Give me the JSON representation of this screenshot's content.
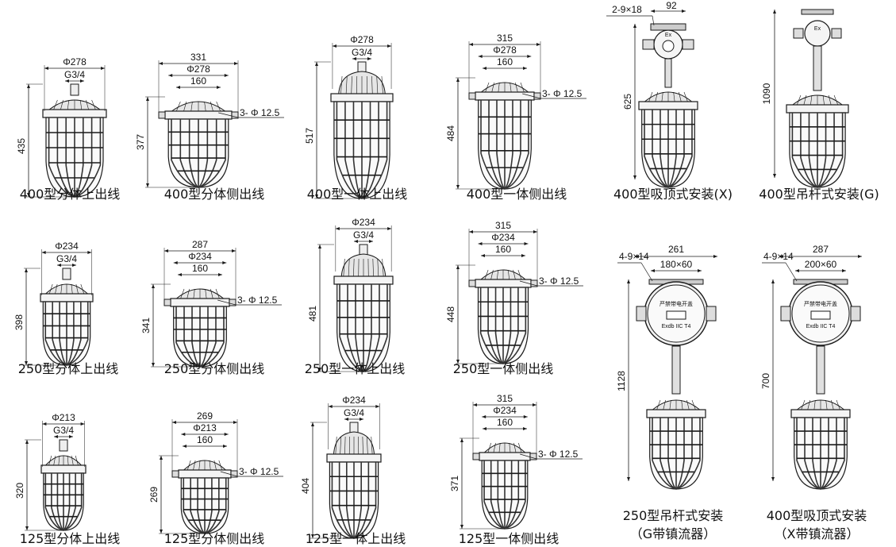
{
  "diagrams": [
    {
      "caption": "400型分体上出线",
      "height": "435",
      "top": [
        "Φ278",
        "G3/4"
      ],
      "side": ""
    },
    {
      "caption": "400型分体侧出线",
      "height": "377",
      "top": [
        "331",
        "Φ278",
        "160"
      ],
      "side": "3- Φ 12.5"
    },
    {
      "caption": "400型一体上出线",
      "height": "517",
      "top": [
        "Φ278",
        "G3/4"
      ],
      "side": ""
    },
    {
      "caption": "400型一体侧出线",
      "height": "484",
      "top": [
        "315",
        "Φ278",
        "160"
      ],
      "side": "3- Φ 12.5"
    },
    {
      "caption": "400型吸顶式安装(X)",
      "height": "625",
      "top": [
        "92",
        "2-9×18"
      ],
      "side": ""
    },
    {
      "caption": "400型吊杆式安装(G)",
      "height": "1090",
      "top": [],
      "side": ""
    },
    {
      "caption": "250型分体上出线",
      "height": "398",
      "top": [
        "Φ234",
        "G3/4"
      ],
      "side": ""
    },
    {
      "caption": "250型分体侧出线",
      "height": "341",
      "top": [
        "287",
        "Φ234",
        "160"
      ],
      "side": "3- Φ 12.5"
    },
    {
      "caption": "250型一体上出线",
      "height": "481",
      "top": [
        "Φ234",
        "G3/4"
      ],
      "side": ""
    },
    {
      "caption": "250型一体侧出线",
      "height": "448",
      "top": [
        "315",
        "Φ234",
        "160"
      ],
      "side": "3- Φ 12.5"
    },
    {
      "caption": "125型分体上出线",
      "height": "320",
      "top": [
        "Φ213",
        "G3/4"
      ],
      "side": ""
    },
    {
      "caption": "125型分体侧出线",
      "height": "269",
      "top": [
        "269",
        "Φ213",
        "160"
      ],
      "side": "3- Φ 12.5"
    },
    {
      "caption": "125型一体上出线",
      "height": "404",
      "top": [
        "Φ234",
        "G3/4"
      ],
      "side": ""
    },
    {
      "caption": "125型一体侧出线",
      "height": "371",
      "top": [
        "315",
        "Φ234",
        "160"
      ],
      "side": "3- Φ 12.5"
    },
    {
      "caption": "250型吊杆式安装",
      "caption2": "（G带镇流器）",
      "height": "1128",
      "top": [
        "261",
        "180×60",
        "4-9×14"
      ],
      "side": ""
    },
    {
      "caption": "400型吸顶式安装",
      "caption2": "（X带镇流器）",
      "height": "700",
      "top": [
        "287",
        "200×60",
        "4-9×14"
      ],
      "side": ""
    }
  ],
  "box_label": "严禁带电开盖",
  "box_rating": "Exdb IIC T4",
  "ex_mark": "Ex",
  "colors": {
    "line": "#1a1a1a",
    "body": "#e6e6e6",
    "cage": "#333333"
  }
}
